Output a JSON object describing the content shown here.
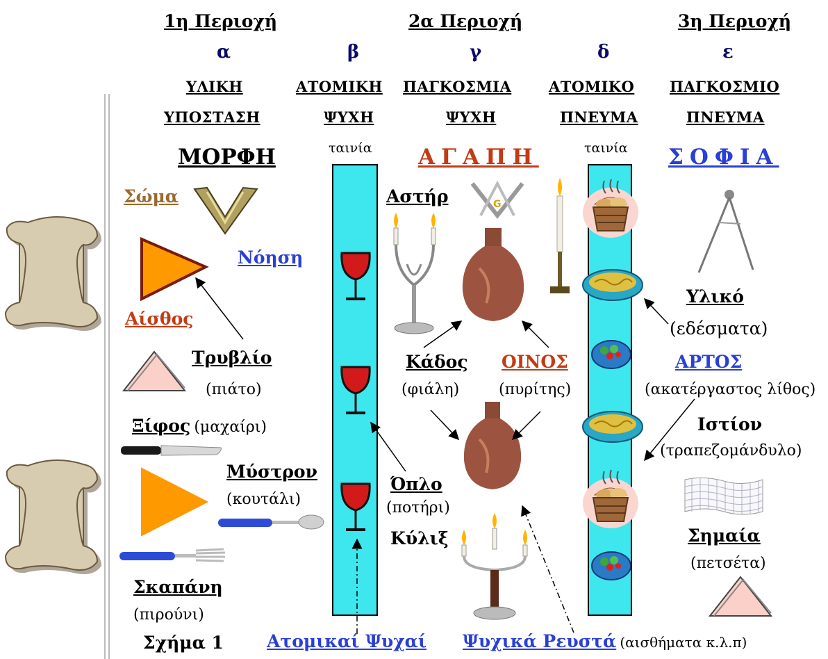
{
  "headers": {
    "region1": "1η Περιοχή",
    "region2": "2α Περιοχή",
    "region3": "3η Περιοχή"
  },
  "columns": [
    {
      "letter": "α",
      "line1": "ΥΛΙΚΗ",
      "line2": "ΥΠΟΣΤΑΣΗ"
    },
    {
      "letter": "β",
      "line1": "ΑΤΟΜΙΚΗ",
      "line2": "ΨΥΧΗ"
    },
    {
      "letter": "γ",
      "line1": "ΠΑΓΚΟΣΜΙΑ",
      "line2": "ΨΥΧΗ"
    },
    {
      "letter": "δ",
      "line1": "ΑΤΟΜΙΚΟ",
      "line2": "ΠΝΕΥΜΑ"
    },
    {
      "letter": "ε",
      "line1": "ΠΑΓΚΟΣΜΙΟ",
      "line2": "ΠΝΕΥΜΑ"
    }
  ],
  "principles": {
    "morphe": "ΜΟΡΦΗ",
    "agape": "ΑΓΑΠΗ",
    "sophia": "ΣΟΦΙΑ"
  },
  "tainia_left": "ταινία",
  "tainia_right": "ταινία",
  "labels": {
    "soma": "Σώμα",
    "noese": "Νόηση",
    "aisthos": "Αίσθος",
    "tryvlio": "Τρυβλίο",
    "tryvlio_sub": "(πιάτο)",
    "xifos": "Ξίφος",
    "xifos_sub": "(μαχαίρι)",
    "mystron": "Μύστρον",
    "mystron_sub": "(κουτάλι)",
    "skapane": "Σκαπάνη",
    "skapane_sub": "(πιρούνι)",
    "aster": "Αστήρ",
    "kados": "Κάδος",
    "kados_sub": "(φιάλη)",
    "oinos": "ΟΙΝΟΣ",
    "oinos_sub": "(πυρίτης)",
    "oplo": "Όπλο",
    "oplo_sub": "(ποτήρι)",
    "kylix": "Κύλιξ",
    "yliko": "Υλικό",
    "yliko_sub": "(εδέσματα)",
    "artos": "ΑΡΤΟΣ",
    "artos_sub": "(ακατέργαστος λίθος)",
    "istion": "Ιστίον",
    "istion_sub": "(τραπεζομάνδυλο)",
    "semaia": "Σημαία",
    "semaia_sub": "(πετσέτα)"
  },
  "footer": {
    "figure": "Σχήμα 1",
    "atomikai": "Ατομικαί Ψυχαί",
    "psychika": "Ψυχικά Ρευστά",
    "psychika_sub": "(αισθήματα κ.λ.π)"
  },
  "colors": {
    "strip": "#3ee6ee",
    "orange": "#ff9900",
    "accent_red": "#c23b14",
    "accent_blue": "#2a3fd6",
    "header_navy": "#0a0a6a"
  }
}
